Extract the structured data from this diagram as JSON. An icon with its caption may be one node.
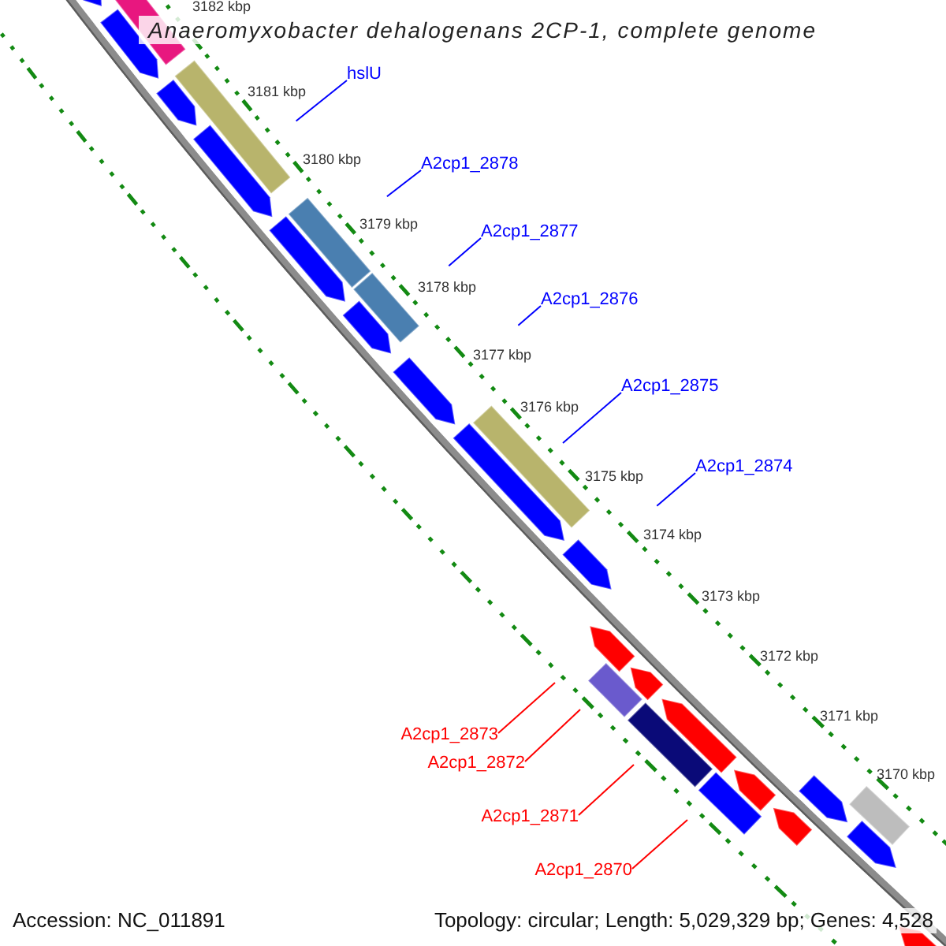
{
  "diagram": {
    "title": "Anaeromyxobacter dehalogenans 2CP-1, complete genome",
    "nodes": [
      {
        "text": [
          "hslU"
        ]
      },
      {
        "text": [
          "A2cp1_2878"
        ]
      },
      {
        "text": [
          "A2cp1_2877"
        ]
      },
      {
        "text": [
          "A2cp1_2876"
        ]
      },
      {
        "text": [
          "A2cp1_2875"
        ]
      },
      {
        "text": [
          "A2cp1_2874"
        ]
      },
      {
        "text": [
          "A2cp1_2873"
        ]
      },
      {
        "text": [
          "A2cp1_2872"
        ]
      },
      {
        "text": [
          "A2cp1_2871"
        ]
      },
      {
        "text": [
          "A2cp1_2870"
        ]
      }
    ],
    "edges": [
      {
        "from": 0,
        "to": null,
        "arrow": "none"
      },
      {
        "from": 1,
        "to": null,
        "arrow": "none"
      },
      {
        "from": 2,
        "to": null,
        "arrow": "none"
      },
      {
        "from": 3,
        "to": null,
        "arrow": "none"
      },
      {
        "from": 4,
        "to": null,
        "arrow": "none"
      },
      {
        "from": 5,
        "to": null,
        "arrow": "none"
      },
      {
        "from": 6,
        "to": null,
        "arrow": "none",
        "color": "#ff0000"
      },
      {
        "from": 7,
        "to": null,
        "arrow": "none",
        "color": "#ff0000"
      },
      {
        "from": 8,
        "to": null,
        "arrow": "none",
        "color": "#ff0000"
      },
      {
        "from": 9,
        "to": null,
        "arrow": "none",
        "color": "#ff0000"
      }
    ],
    "labels": [
      "3182 kbp",
      "3181 kbp",
      "3180 kbp",
      "3179 kbp",
      "3178 kbp",
      "3177 kbp",
      "3176 kbp",
      "3175 kbp",
      "3174 kbp",
      "3173 kbp",
      "3172 kbp",
      "3171 kbp",
      "3170 kbp",
      "Accession: NC_011891",
      "Topology: circular; Length: 5,029,329 bp; Genes: 4,528"
    ]
  }
}
